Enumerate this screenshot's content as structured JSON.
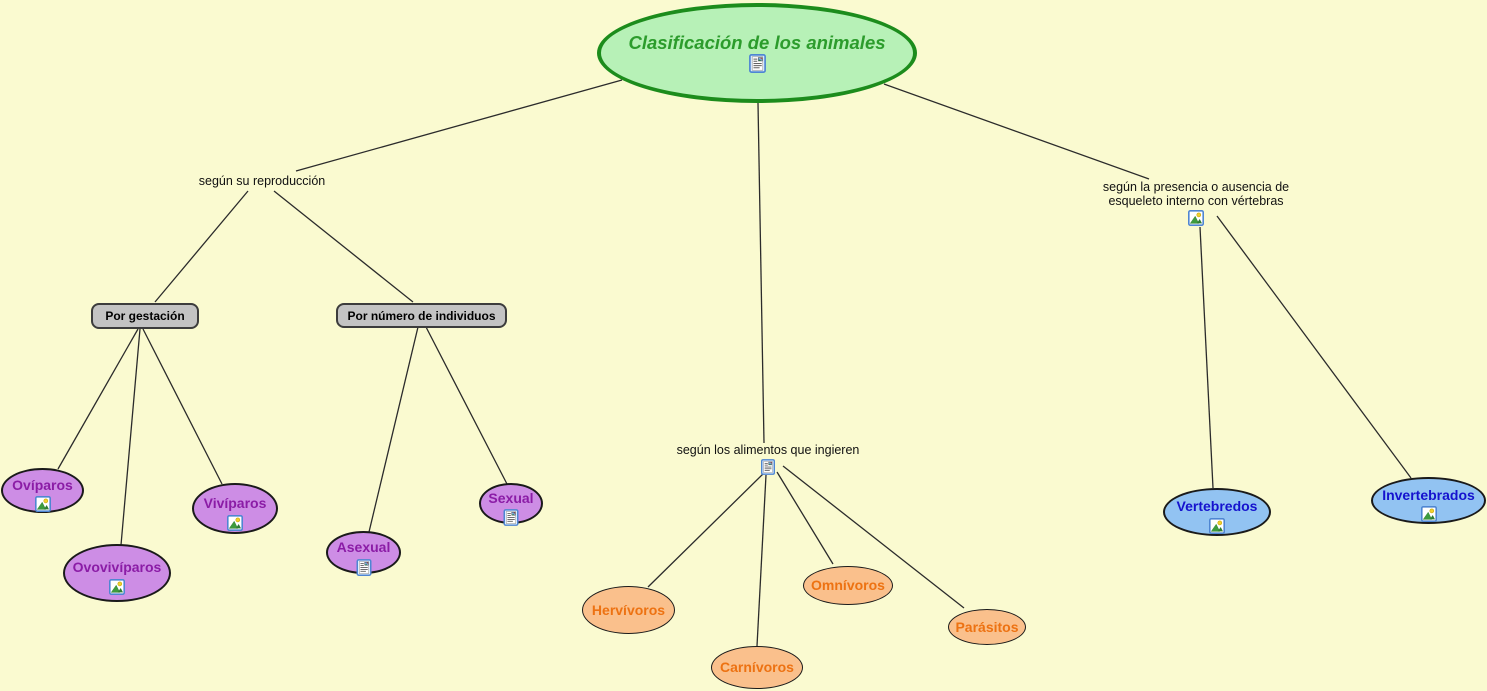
{
  "canvas": {
    "background": "#FAFAD0"
  },
  "colors": {
    "bg": "#FAFAD0",
    "line": "#2b2b2b",
    "title-fill": "#B7F1B7",
    "title-border": "#1C8C1C",
    "title-text": "#2C9C2C",
    "purple-fill": "#CD8DE5",
    "purple-text": "#8B1CA6",
    "orange-fill": "#FAC08C",
    "orange-text": "#ED7212",
    "blue-fill": "#92C3F2",
    "blue-text": "#1512CE",
    "gray-fill": "#C3C3C3",
    "gray-border": "#3C3C3C",
    "node-border": "#1A1A1A",
    "label-text": "#111111",
    "icon-border": "#4F86D2"
  },
  "nodes": {
    "title": {
      "label": "Clasificación de los animales",
      "icon": "document-icon"
    },
    "segun_reproduccion": {
      "label": "según su reproducción"
    },
    "por_gestacion": {
      "label": "Por gestación"
    },
    "por_numero_individuos": {
      "label": "Por número de individuos"
    },
    "oviparos": {
      "label": "Ovíparos",
      "icon": "picture-icon"
    },
    "ovoviviparos": {
      "label": "Ovovivíparos",
      "icon": "picture-icon"
    },
    "viviparos": {
      "label": "Vivíparos",
      "icon": "picture-icon"
    },
    "asexual": {
      "label": "Asexual",
      "icon": "document-icon"
    },
    "sexual": {
      "label": "Sexual",
      "icon": "document-icon"
    },
    "segun_alimentos": {
      "label": "según los alimentos que ingieren",
      "icon": "document-icon"
    },
    "hervivoros": {
      "label": "Hervívoros"
    },
    "carnivoros": {
      "label": "Carnívoros"
    },
    "omnivoros": {
      "label": "Omnívoros"
    },
    "parasitos": {
      "label": "Parásitos"
    },
    "segun_esqueleto": {
      "label_line1": "según la presencia o ausencia de",
      "label_line2": "esqueleto interno con vértebras",
      "icon": "picture-icon"
    },
    "vertebredos": {
      "label": "Vertebredos",
      "icon": "picture-icon"
    },
    "invertebrados": {
      "label": "Invertebrados",
      "icon": "picture-icon"
    }
  },
  "edges": [
    {
      "from": "title",
      "to": "segun_reproduccion"
    },
    {
      "from": "title",
      "to": "segun_alimentos"
    },
    {
      "from": "title",
      "to": "segun_esqueleto"
    },
    {
      "from": "segun_reproduccion",
      "to": "por_gestacion"
    },
    {
      "from": "segun_reproduccion",
      "to": "por_numero_individuos"
    },
    {
      "from": "por_gestacion",
      "to": "oviparos"
    },
    {
      "from": "por_gestacion",
      "to": "ovoviviparos"
    },
    {
      "from": "por_gestacion",
      "to": "viviparos"
    },
    {
      "from": "por_numero_individuos",
      "to": "asexual"
    },
    {
      "from": "por_numero_individuos",
      "to": "sexual"
    },
    {
      "from": "segun_alimentos",
      "to": "hervivoros"
    },
    {
      "from": "segun_alimentos",
      "to": "carnivoros"
    },
    {
      "from": "segun_alimentos",
      "to": "omnivoros"
    },
    {
      "from": "segun_alimentos",
      "to": "parasitos"
    },
    {
      "from": "segun_esqueleto",
      "to": "vertebredos"
    },
    {
      "from": "segun_esqueleto",
      "to": "invertebrados"
    }
  ]
}
